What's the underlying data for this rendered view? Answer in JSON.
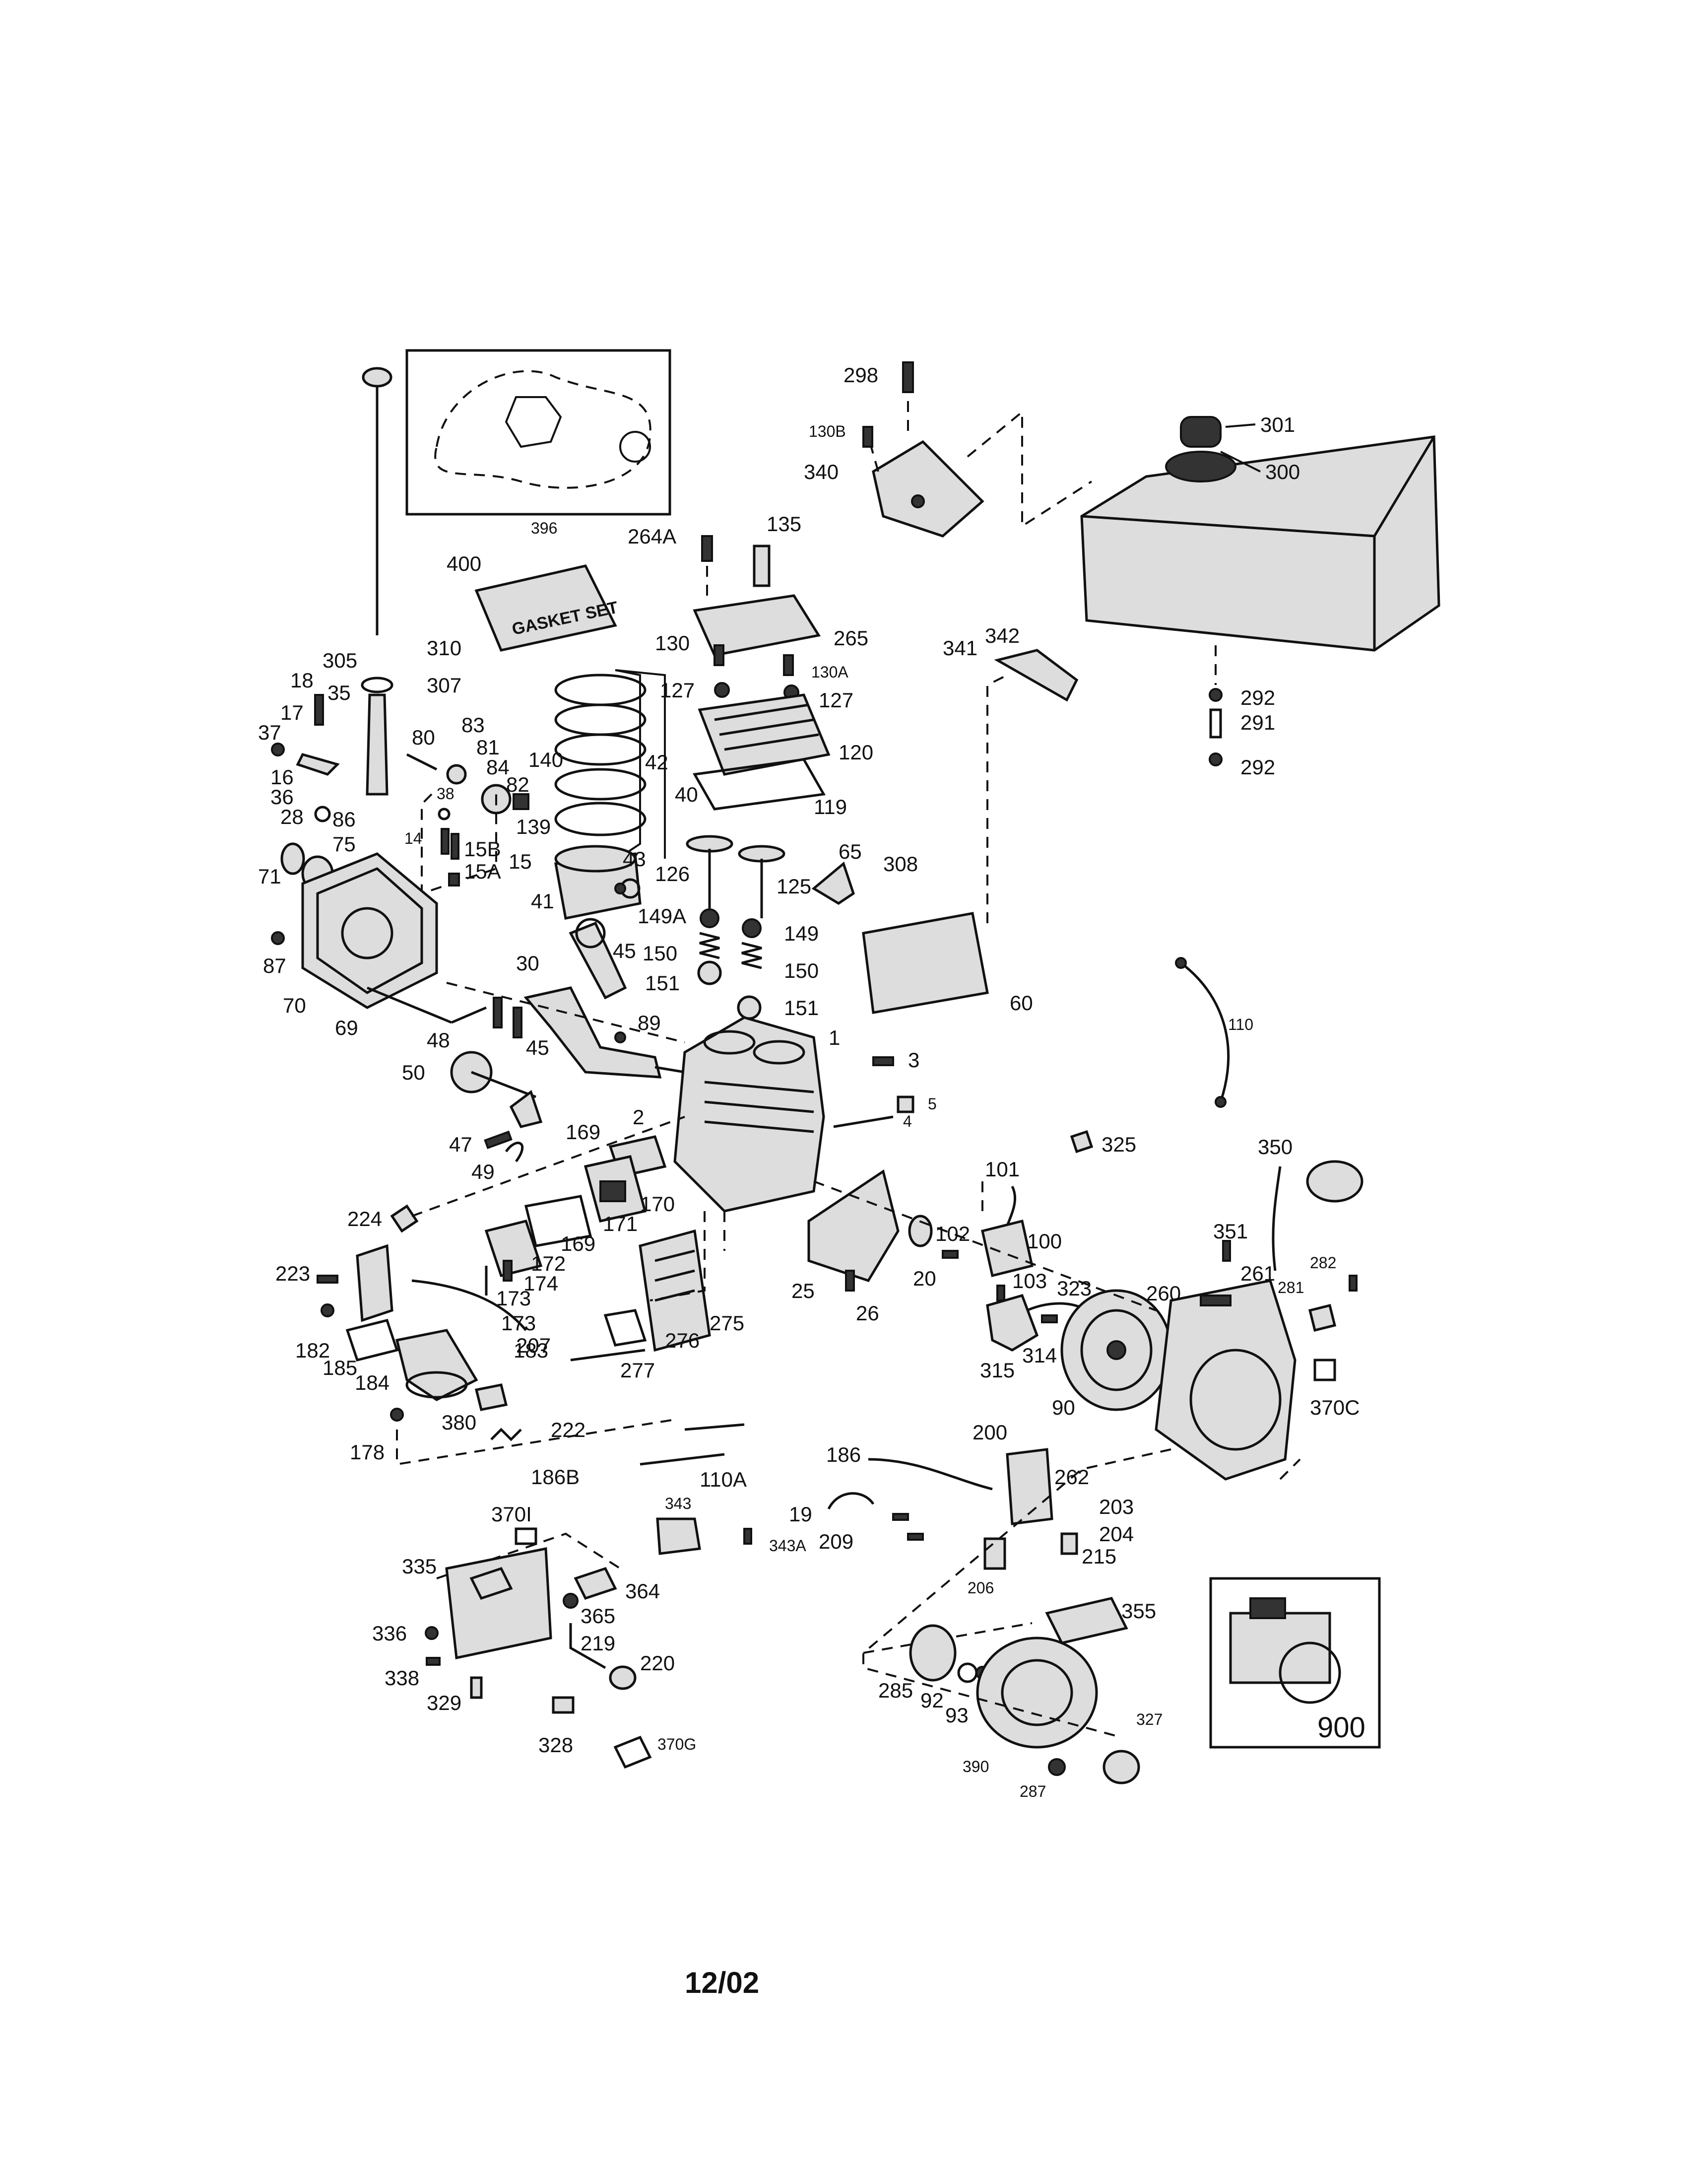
{
  "diagram": {
    "date_code": "12/02",
    "gasket_set_text": "GASKET SET",
    "labels": {
      "p1": "1",
      "p2": "2",
      "p3": "3",
      "p4": "4",
      "p5": "5",
      "p14": "14",
      "p15": "15",
      "p15a": "15A",
      "p15b": "15B",
      "p16": "16",
      "p17": "17",
      "p18": "18",
      "p19": "19",
      "p20": "20",
      "p25": "25",
      "p26": "26",
      "p28": "28",
      "p30": "30",
      "p35": "35",
      "p36": "36",
      "p37": "37",
      "p38": "38",
      "p40": "40",
      "p41": "41",
      "p42": "42",
      "p43": "43",
      "p45a": "45",
      "p45b": "45",
      "p47": "47",
      "p48": "48",
      "p49": "49",
      "p50": "50",
      "p60": "60",
      "p65": "65",
      "p69": "69",
      "p70": "70",
      "p71": "71",
      "p75": "75",
      "p80": "80",
      "p81": "81",
      "p82": "82",
      "p83": "83",
      "p84": "84",
      "p86": "86",
      "p87": "87",
      "p89": "89",
      "p90": "90",
      "p92": "92",
      "p93": "93",
      "p100": "100",
      "p101": "101",
      "p102": "102",
      "p103": "103",
      "p110": "110",
      "p110a": "110A",
      "p119": "119",
      "p120": "120",
      "p125": "125",
      "p126": "126",
      "p127a": "127",
      "p127b": "127",
      "p130": "130",
      "p130a": "130A",
      "p130b": "130B",
      "p135": "135",
      "p139": "139",
      "p140": "140",
      "p149": "149",
      "p149a": "149A",
      "p150a": "150",
      "p150b": "150",
      "p151a": "151",
      "p151b": "151",
      "p169a": "169",
      "p169b": "169",
      "p170": "170",
      "p171": "171",
      "p172": "172",
      "p173": "173",
      "p174": "174",
      "p178": "178",
      "p182": "182",
      "p183": "183",
      "p184": "184",
      "p185": "185",
      "p186": "186",
      "p186b": "186B",
      "p200": "200",
      "p203": "203",
      "p204": "204",
      "p206": "206",
      "p207": "207",
      "p209": "209",
      "p215": "215",
      "p219": "219",
      "p220": "220",
      "p222": "222",
      "p223": "223",
      "p224": "224",
      "p260": "260",
      "p261": "261",
      "p262": "262",
      "p264a": "264A",
      "p265": "265",
      "p275": "275",
      "p276": "276",
      "p277": "277",
      "p281": "281",
      "p282": "282",
      "p285": "285",
      "p287": "287",
      "p291": "291",
      "p292a": "292",
      "p292b": "292",
      "p298": "298",
      "p300": "300",
      "p301": "301",
      "p305": "305",
      "p307": "307",
      "p308": "308",
      "p310": "310",
      "p314": "314",
      "p315": "315",
      "p323": "323",
      "p325": "325",
      "p327": "327",
      "p328": "328",
      "p329": "329",
      "p335": "335",
      "p336": "336",
      "p338": "338",
      "p340": "340",
      "p341": "341",
      "p342": "342",
      "p343": "343",
      "p343a": "343A",
      "p350": "350",
      "p351": "351",
      "p355": "355",
      "p364": "364",
      "p365": "365",
      "p370c": "370C",
      "p370g": "370G",
      "p370i": "370I",
      "p380": "380",
      "p390": "390",
      "p396": "396",
      "p400": "400",
      "p900": "900"
    }
  }
}
